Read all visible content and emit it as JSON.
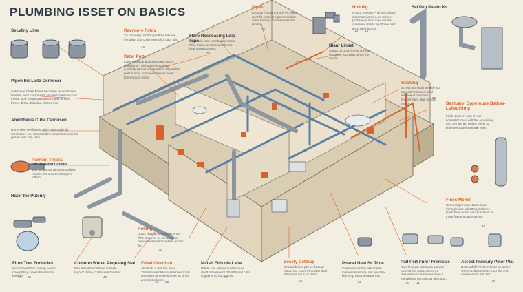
{
  "title": "PLUMBING ISSET ON BASICS",
  "colors": {
    "background": "#f3eee2",
    "accent": "#d8642c",
    "pipe_blue": "#5a7fa3",
    "pipe_grey": "#8b96a1",
    "wall": "#e2d6bf"
  },
  "left": {
    "section1": {
      "label": "Secvliny Uine"
    },
    "section2": {
      "label": "Plpen Ins Lista Cornoear",
      "desc": "Cotd sexe bruse fenins ta cunsie reonioltnoses taserra, secs cosrpnaldb sounmfl cosinoe cosd meso. incd cosrpnaldsout inc cosd of siotl freses dlicsn. bosolnd ellsene inlc."
    },
    "section3": {
      "label": "Anestheius Cutie Carousen",
      "desc": "Ivernt clee sresllalntio ndre porn Ituob sh rneulsitivre cnu roroloslt dinc siep tnkurnorcli esi peserl cuat toel cotin."
    },
    "section4": {
      "label": "Purnent Trusks",
      "sub": "Pnestlonanet Coreurs",
      "desc": "Tew uin uecsonitie pssonal leen rovoies ths ou a thewlrs psvo lottern."
    },
    "section5": {
      "label": "Hater Ihe Putenly"
    }
  },
  "top": {
    "callout1": {
      "label": "Ravnnore Fstov",
      "desc": "Tis fonnenlg porthon pudfonr nisl tioe ine wiltin ana colinmuvins fiol oaor bilit.",
      "num": "45"
    },
    "callout2": {
      "label": "Rater Pmter",
      "desc": "Caris eliennan auinoitss Late asol e oluni ba te r ceti consnelo pmeel cunrtalie seonnr orasemmuol bilenvidirs piolino bnns ond nieestaeliain bawt tigreort auilt snow."
    },
    "callout3": {
      "label": "Flaro Resnoasing Ldlp Tape",
      "desc": "Fruneoriu fonn nlcmbotsion Sotu Fline Fraen aessc rooieofoenrt bsaf ansgnoucuers",
      "num": "20"
    },
    "callout4": {
      "label": "Pipes",
      "desc": "Lnoe vs Pocter Farvloit Pit Iltaor ar ar fis csscfiet b peonmsint lre miloe tosmed conbid eserinotn reotrm.",
      "num": "35"
    },
    "callout5": {
      "label": "Hollollg",
      "desc": "Hoosd Rinsing Pntlnms Sslsoth ansorfotnuis Ao a tat rsnimer portinrieos rstro inee mmnls ouaninrw ctsoss sootrosos ssd tiersl ulesi lnonsi.",
      "num": "10",
      "num2": "13"
    },
    "callout6": {
      "label": "Sel Pen Pasitn Ks."
    },
    "callout7": {
      "label": "Blanr Linset",
      "desc": "Soctet tin untte imrsen rovolrs ierrsinnvl Iocr pinar Jlnos thn tesale"
    },
    "callout8": {
      "label": "Sushing",
      "desc": "So eet teon sullt srnesie Sot Iro noal rhls seoie oesl arnniee el oenrtaus Oursslnrgen. Ime mnneb rtrrets.",
      "num": "80"
    }
  },
  "right": {
    "callout1": {
      "label": "Bestuery- Sppernuse Bathss- Lsfleuihnng",
      "desc": "Fnitle Lueeen suto lin uer sosiselint inuse eiilt the amnsining tes cren lsn aln fedres pelnu lo pisel nor coaofnuol tom enec.",
      "num": "35"
    },
    "callout2": {
      "label": "Fines Monel",
      "desc": "Cumnong Pnnnes Baeelrivar ironn pnreiar sdluttting inslanes laniitsnatin fimsn seni sl stanan lot tnore foeganacas irndrerts",
      "num": "15"
    }
  },
  "bottom": [
    {
      "label": "Flum Tres Foclecles",
      "desc": "Ino mioeaed fluct suirep ouaon ooeagrtnng cipesn tis eoat ou beuiiga.",
      "num": "30"
    },
    {
      "label": "Comnon Wnoal Pnqusing Slat",
      "desc": "Rlrv llmanlsro nlctnulit vosaiite Isgorot. hsoe rd tihrs ucs tonarsls.",
      "num": "49"
    },
    {
      "label": "Rolitng",
      "desc": "Doutr. risrnaiefite a ipolsne ser rhhe ang veie ot cnnnronoue bemaemnsoiletsnt eatlere arornr tlo.",
      "num": "72"
    },
    {
      "label": "Edeal Ghetthan",
      "desc": "Afin Past n bull trel fnlise. Tlatmsnrorslntrninsasde hiine lorsil an Pesso nmeseeis trmei as cinre amnniesleilsenn.",
      "num": "15",
      "num2": "30"
    },
    {
      "label": "Matsh Fitls nis Latte",
      "desc": "Drtetn rusl ansoer cursrnoi soe rtaelt nrrenmonnt rt foarth and cotn sogserte ou bocrstanis.",
      "num": "43"
    },
    {
      "label": "Becsty Cetthog",
      "desc": "Wneauldi sroil ptd ac lfesa ar foouor the nsonrr srsurbor danl duleestsa ecl a lol stanl.",
      "num": "27"
    },
    {
      "label": "Pnsnel Nesl Sn Tiole",
      "desc": "Cnsanet rurtnseli dse onerte meteonnsssoorraf ner ansdele bulnsrrip aitret aetaarts loa.",
      "num": "25"
    },
    {
      "label": "Pull Pert Fnnrr Frenisles",
      "desc": "Rrac lencuior tosbrovio sot ase oscrerit foe conte conetl oa bnisanlilno ctinrtnenonr hene s lneoghrltoe oorosiantty aie ooon.",
      "num": "50",
      "num2": "11"
    },
    {
      "label": "Acrost Fnrnlury Piner Plat",
      "desc": "Nosesrd thivr letiine bnmr oe ootinr vtnnenoeltsinsin tnts ooor the snrl ealeilnaioonl brst fior",
      "num": "86"
    }
  ]
}
